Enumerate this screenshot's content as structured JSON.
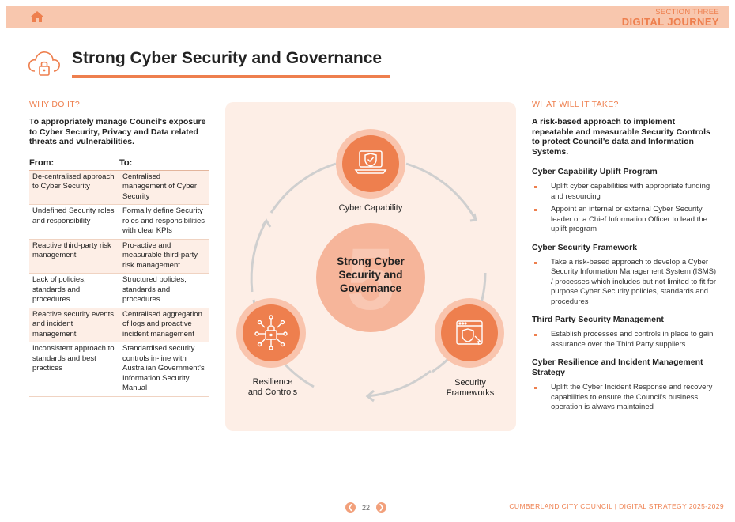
{
  "header": {
    "section_number": "SECTION THREE",
    "section_title": "DIGITAL JOURNEY"
  },
  "page_title": "Strong Cyber Security and Governance",
  "why": {
    "heading": "WHY DO IT?",
    "intro": "To appropriately manage Council's exposure to Cyber Security, Privacy and Data related threats and vulnerabilities.",
    "from_header": "From:",
    "to_header": "To:",
    "rows": [
      {
        "from": "De-centralised approach to Cyber Security",
        "to": "Centralised management of Cyber Security"
      },
      {
        "from": "Undefined Security roles and responsibility",
        "to": "Formally define Security roles and responsibilities with clear KPIs"
      },
      {
        "from": "Reactive third-party risk management",
        "to": "Pro-active and measurable third-party risk management"
      },
      {
        "from": "Lack of policies, standards and procedures",
        "to": "Structured policies, standards and procedures"
      },
      {
        "from": "Reactive security events and incident management",
        "to": "Centralised aggregation of logs and proactive incident management"
      },
      {
        "from": "Inconsistent approach to standards and best practices",
        "to": "Standardised security controls in-line with Australian Government's Information Security Manual"
      }
    ]
  },
  "diagram": {
    "center_line1": "Strong Cyber",
    "center_line2": "Security and",
    "center_line3": "Governance",
    "center_number": "5",
    "node_top": "Cyber Capability",
    "node_left_line1": "Resilience",
    "node_left_line2": "and Controls",
    "node_right_line1": "Security",
    "node_right_line2": "Frameworks",
    "accent": "#ee7f4e",
    "background": "#fdeee6"
  },
  "what": {
    "heading": "WHAT WILL IT TAKE?",
    "intro": "A risk-based approach to implement repeatable and measurable Security Controls to protect Council's data and Information Systems.",
    "groups": [
      {
        "title": "Cyber Capability Uplift Program",
        "bullets": [
          "Uplift cyber capabilities with appropriate funding and resourcing",
          "Appoint an internal or external Cyber Security leader or a Chief Information Officer to lead the uplift program"
        ]
      },
      {
        "title": "Cyber Security Framework",
        "bullets": [
          "Take a risk-based approach to develop a Cyber Security Information Management System (ISMS) / processes which includes but not limited to fit for purpose Cyber Security policies, standards and procedures"
        ]
      },
      {
        "title": "Third Party Security Management",
        "bullets": [
          "Establish processes and controls in place to gain assurance over the Third Party suppliers"
        ]
      },
      {
        "title": "Cyber Resilience and Incident Management Strategy",
        "bullets": [
          "Uplift the Cyber Incident Response and recovery capabilities to ensure the Council's business operation is always maintained"
        ]
      }
    ]
  },
  "footer": {
    "page_number": "22",
    "prev_icon": "chevron-left-icon",
    "next_icon": "chevron-right-icon",
    "document": "CUMBERLAND CITY COUNCIL | DIGITAL STRATEGY 2025-2029"
  },
  "colors": {
    "accent": "#ee7f4e",
    "header_bar": "#f8c7ae",
    "soft": "#fdeee6"
  }
}
